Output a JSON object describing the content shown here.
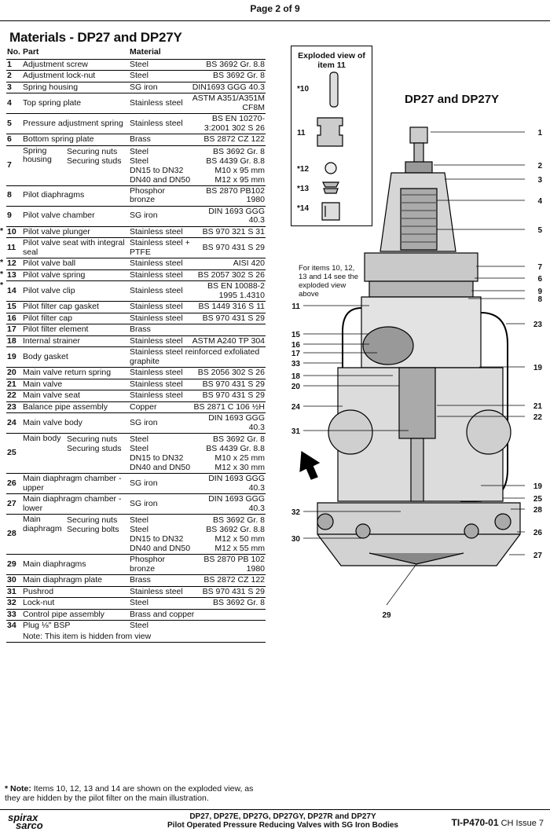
{
  "header": {
    "page": "Page 2 of 9"
  },
  "title": "Materials - DP27 and DP27Y",
  "table": {
    "headers": {
      "no": "No.",
      "part": "Part",
      "material": "Material"
    },
    "rows": [
      {
        "no": "1",
        "part": "Adjustment screw",
        "material": "Steel",
        "spec": "BS 3692 Gr. 8.8"
      },
      {
        "no": "2",
        "part": "Adjustment lock-nut",
        "material": "Steel",
        "spec": "BS 3692 Gr. 8"
      },
      {
        "no": "3",
        "part": "Spring housing",
        "material": "SG iron",
        "spec": "DIN1693 GGG 40.3"
      },
      {
        "no": "4",
        "part": "Top spring plate",
        "material": "Stainless steel",
        "spec": "ASTM A351/A351M CF8M"
      },
      {
        "no": "5",
        "part": "Pressure adjustment spring",
        "material": "Stainless steel",
        "spec": "BS EN 10270-3:2001 302 S 26"
      },
      {
        "no": "6",
        "part": "Bottom spring plate",
        "material": "Brass",
        "spec": "BS 2872 CZ 122"
      },
      {
        "no": "7",
        "part": "Spring housing",
        "sub": [
          {
            "name": "Securing nuts",
            "material": "Steel",
            "spec": "BS 3692 Gr. 8"
          },
          {
            "name": "Securing studs",
            "material": "Steel",
            "spec": "BS 4439 Gr. 8.8"
          },
          {
            "name": "",
            "material": "DN15 to DN32",
            "spec": "M10 x 95 mm"
          },
          {
            "name": "",
            "material": "DN40 and DN50",
            "spec": "M12 x 95 mm"
          }
        ]
      },
      {
        "no": "8",
        "part": "Pilot diaphragms",
        "material": "Phosphor bronze",
        "spec": "BS 2870 PB102 1980"
      },
      {
        "no": "9",
        "part": "Pilot valve chamber",
        "material": "SG iron",
        "spec": "DIN 1693 GGG 40.3"
      },
      {
        "no": "10",
        "star": "*",
        "part": "Pilot valve plunger",
        "material": "Stainless steel",
        "spec": "BS 970 321 S 31"
      },
      {
        "no": "11",
        "part": "Pilot valve seat with integral seal",
        "material": "Stainless steel + PTFE",
        "spec": "BS 970 431 S 29"
      },
      {
        "no": "12",
        "star": "*",
        "part": "Pilot valve ball",
        "material": "Stainless steel",
        "spec": "AISI 420"
      },
      {
        "no": "13",
        "star": "*",
        "part": "Pilot valve spring",
        "material": "Stainless steel",
        "spec": "BS 2057 302 S 26"
      },
      {
        "no": "14",
        "star": "*",
        "part": "Pilot valve clip",
        "material": "Stainless steel",
        "spec": "BS EN 10088-2 1995 1.4310"
      },
      {
        "no": "15",
        "part": "Pilot filter cap gasket",
        "material": "Stainless steel",
        "spec": "BS 1449 316 S 11"
      },
      {
        "no": "16",
        "part": "Pilot filter cap",
        "material": "Stainless steel",
        "spec": "BS 970 431 S 29"
      },
      {
        "no": "17",
        "part": "Pilot filter element",
        "material": "Brass",
        "spec": ""
      },
      {
        "no": "18",
        "part": "Internal strainer",
        "material": "Stainless steel",
        "spec": "ASTM A240 TP 304"
      },
      {
        "no": "19",
        "part": "Body gasket",
        "material": "Stainless steel reinforced exfoliated graphite",
        "spec": "",
        "wide": true
      },
      {
        "no": "20",
        "part": "Main valve return spring",
        "material": "Stainless steel",
        "spec": "BS 2056 302 S 26"
      },
      {
        "no": "21",
        "part": "Main valve",
        "material": "Stainless steel",
        "spec": "BS 970 431 S 29"
      },
      {
        "no": "22",
        "part": "Main valve seat",
        "material": "Stainless steel",
        "spec": "BS 970 431 S 29"
      },
      {
        "no": "23",
        "part": "Balance pipe assembly",
        "material": "Copper",
        "spec": "BS 2871 C 106 ½H"
      },
      {
        "no": "24",
        "part": "Main valve body",
        "material": "SG iron",
        "spec": "DIN 1693 GGG 40.3"
      },
      {
        "no": "25",
        "part": "Main body",
        "sub": [
          {
            "name": "Securing nuts",
            "material": "Steel",
            "spec": "BS 3692 Gr. 8"
          },
          {
            "name": "Securing studs",
            "material": "Steel",
            "spec": "BS 4439 Gr. 8.8"
          },
          {
            "name": "",
            "material": "DN15 to DN32",
            "spec": "M10 x 25 mm"
          },
          {
            "name": "",
            "material": "DN40 and DN50",
            "spec": "M12 x 30 mm"
          }
        ]
      },
      {
        "no": "26",
        "part": "Main diaphragm chamber - upper",
        "material": "SG iron",
        "spec": "DIN 1693 GGG 40.3"
      },
      {
        "no": "27",
        "part": "Main diaphragm chamber - lower",
        "material": "SG iron",
        "spec": "DIN 1693 GGG 40.3"
      },
      {
        "no": "28",
        "part": "Main diaphragm",
        "sub": [
          {
            "name": "Securing nuts",
            "material": "Steel",
            "spec": "BS 3692 Gr. 8"
          },
          {
            "name": "Securing bolts",
            "material": "Steel",
            "spec": "BS 3692 Gr. 8.8"
          },
          {
            "name": "",
            "material": "DN15 to DN32",
            "spec": "M12 x 50 mm"
          },
          {
            "name": "",
            "material": "DN40 and DN50",
            "spec": "M12 x 55 mm"
          }
        ]
      },
      {
        "no": "29",
        "part": "Main diaphragms",
        "material": "Phosphor bronze",
        "spec": "BS 2870 PB 102 1980"
      },
      {
        "no": "30",
        "part": "Main diaphragm plate",
        "material": "Brass",
        "spec": "BS 2872 CZ 122"
      },
      {
        "no": "31",
        "part": "Pushrod",
        "material": "Stainless steel",
        "spec": "BS 970 431 S 29"
      },
      {
        "no": "32",
        "part": "Lock-nut",
        "material": "Steel",
        "spec": "BS 3692 Gr. 8"
      },
      {
        "no": "33",
        "part": "Control pipe assembly",
        "material": "Brass and copper",
        "spec": "",
        "wide": true
      },
      {
        "no": "34",
        "part": "Plug ⅛\" BSP",
        "material": "Steel",
        "spec": "",
        "extra": "Note: This item is hidden from view"
      }
    ]
  },
  "note": {
    "prefix": "* Note:",
    "text": "Items 10, 12, 13 and 14 are shown on the exploded view, as they are hidden by the pilot filter on the main illustration."
  },
  "figure": {
    "exploded_title": "Exploded view of item 11",
    "exploded_labels": [
      "*10",
      "11",
      "*12",
      "*13",
      "*14"
    ],
    "product_title": "DP27 and DP27Y",
    "side_note": "For items 10, 12, 13 and 14 see the exploded view above",
    "right_labels": [
      "1",
      "2",
      "3",
      "4",
      "5",
      "7",
      "6",
      "9",
      "8",
      "23",
      "19",
      "21",
      "22",
      "19",
      "25",
      "28",
      "26",
      "27"
    ],
    "left_labels": [
      "11",
      "15",
      "16",
      "17",
      "33",
      "18",
      "20",
      "24",
      "31",
      "32",
      "30"
    ],
    "bottom_label": "29"
  },
  "footer": {
    "logo_top": "spirax",
    "logo_bottom": "sarco",
    "title_line1": "DP27, DP27E, DP27G, DP27GY, DP27R and DP27Y",
    "title_line2": "Pilot Operated Pressure Reducing Valves with SG Iron Bodies",
    "ref": "TI-P470-01",
    "issue": "CH Issue 7"
  }
}
